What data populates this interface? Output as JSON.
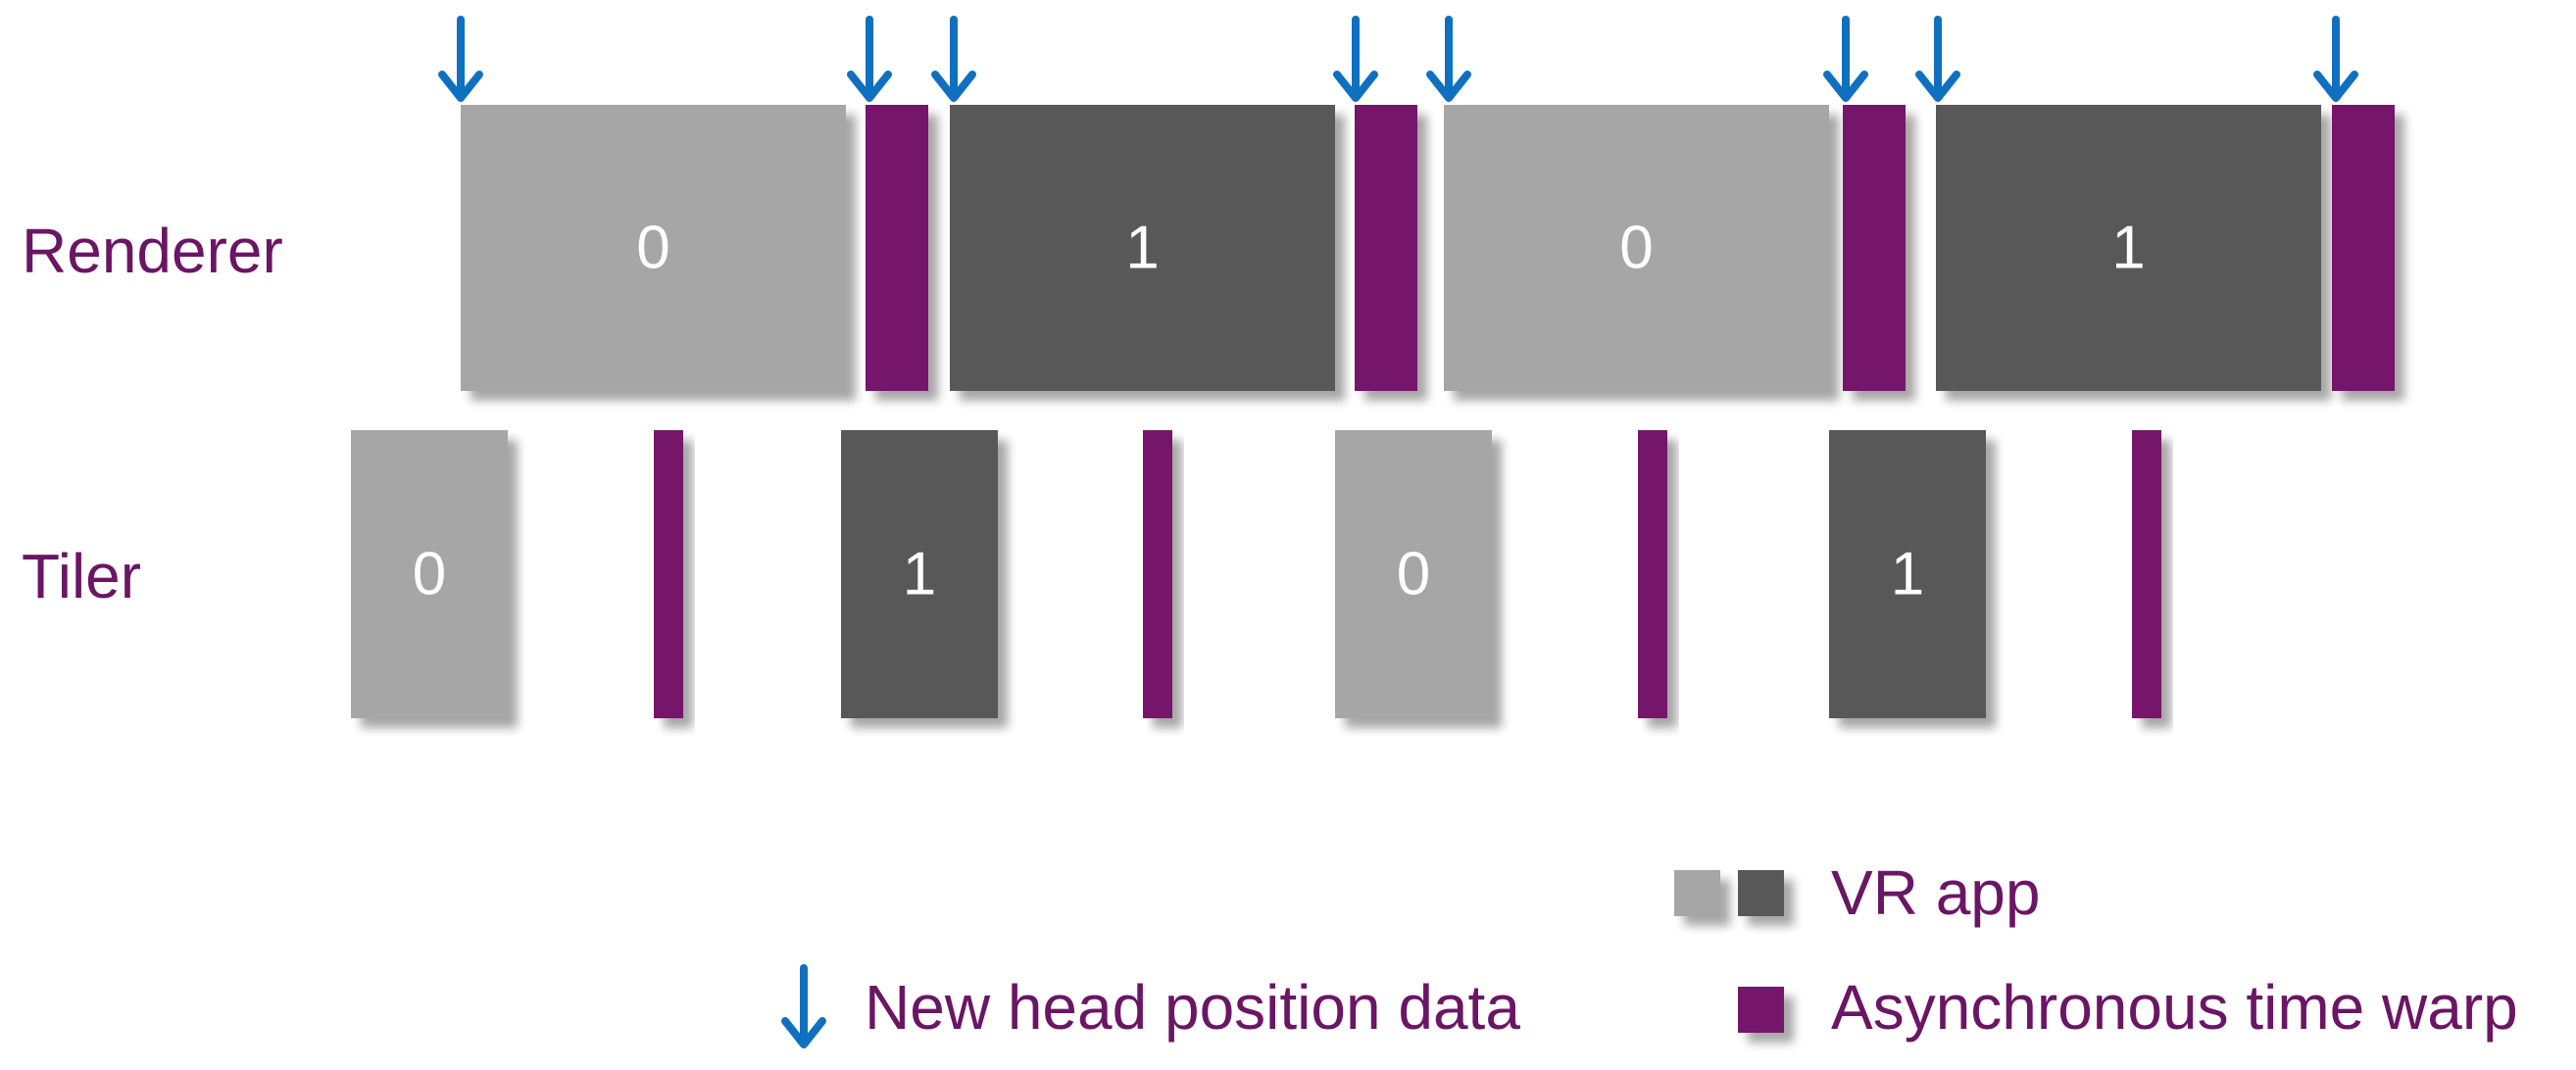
{
  "rows": {
    "renderer": {
      "label": "Renderer"
    },
    "tiler": {
      "label": "Tiler"
    }
  },
  "colors": {
    "frame_light": "#a6a6a6",
    "frame_dark": "#595959",
    "time_warp": "#74176b",
    "head_arrow": "#1070c0",
    "label_text": "#6b1565"
  },
  "renderer_blocks": [
    {
      "label": "0",
      "kind": "frame_light"
    },
    {
      "label": "",
      "kind": "time_warp"
    },
    {
      "label": "1",
      "kind": "frame_dark"
    },
    {
      "label": "",
      "kind": "time_warp"
    },
    {
      "label": "0",
      "kind": "frame_light"
    },
    {
      "label": "",
      "kind": "time_warp"
    },
    {
      "label": "1",
      "kind": "frame_dark"
    },
    {
      "label": "",
      "kind": "time_warp"
    }
  ],
  "tiler_blocks": [
    {
      "label": "0",
      "kind": "frame_light"
    },
    {
      "label": "",
      "kind": "time_warp"
    },
    {
      "label": "1",
      "kind": "frame_dark"
    },
    {
      "label": "",
      "kind": "time_warp"
    },
    {
      "label": "0",
      "kind": "frame_light"
    },
    {
      "label": "",
      "kind": "time_warp"
    },
    {
      "label": "1",
      "kind": "frame_dark"
    },
    {
      "label": "",
      "kind": "time_warp"
    }
  ],
  "head_position_arrow_count": 8,
  "legend": {
    "vr_app": "VR app",
    "time_warp": "Asynchronous time warp",
    "head_position": "New head position data"
  }
}
